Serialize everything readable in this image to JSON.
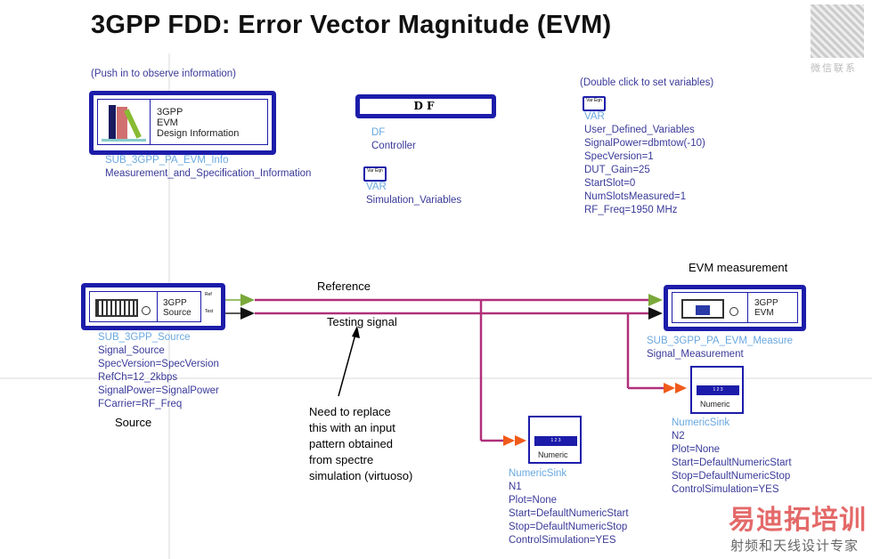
{
  "title": "3GPP FDD: Error Vector Magnitude (EVM)",
  "info": {
    "hint": "(Push in to observe information)",
    "lines": [
      "3GPP",
      "EVM",
      "Design Information"
    ],
    "name": "SUB_3GPP_PA_EVM_Info",
    "desc": "Measurement_and_Specification_Information"
  },
  "df": {
    "label": "DF",
    "name": "DF",
    "desc": "Controller"
  },
  "simvar": {
    "icon": "Var Eqn",
    "name": "VAR",
    "desc": "Simulation_Variables"
  },
  "uservar": {
    "hint": "(Double click to set variables)",
    "icon": "Var Eqn",
    "name": "VAR",
    "desc": "User_Defined_Variables",
    "params": [
      "SignalPower=dbmtow(-10)",
      "SpecVersion=1",
      "DUT_Gain=25",
      "StartSlot=0",
      "NumSlotsMeasured=1",
      "RF_Freq=1950 MHz"
    ]
  },
  "source": {
    "lines": [
      "3GPP",
      "Source"
    ],
    "ports": [
      "Ref",
      "Test"
    ],
    "name": "SUB_3GPP_Source",
    "desc": "Signal_Source",
    "params": [
      "SpecVersion=SpecVersion",
      "RefCh=12_2kbps",
      "SignalPower=SignalPower",
      "FCarrier=RF_Freq"
    ],
    "caption": "Source"
  },
  "measure": {
    "caption": "EVM measurement",
    "lines": [
      "3GPP",
      "EVM"
    ],
    "name": "SUB_3GPP_PA_EVM_Measure",
    "desc": "Signal_Measurement"
  },
  "wires": {
    "reference": "Reference",
    "testing": "Testing signal"
  },
  "annotation": [
    "Need to replace",
    "this with an input",
    "pattern obtained",
    "from spectre",
    "simulation (virtuoso)"
  ],
  "sink1": {
    "display": "1 2 3",
    "label": "Numeric",
    "type": "NumericSink",
    "name": "N1",
    "params": [
      "Plot=None",
      "Start=DefaultNumericStart",
      "Stop=DefaultNumericStop",
      "ControlSimulation=YES"
    ]
  },
  "sink2": {
    "display": "1 2 3",
    "label": "Numeric",
    "type": "NumericSink",
    "name": "N2",
    "params": [
      "Plot=None",
      "Start=DefaultNumericStart",
      "Stop=DefaultNumericStop",
      "ControlSimulation=YES"
    ]
  },
  "watermark": {
    "qr_caption": "微信联系",
    "brand": "易迪拓培训",
    "slogan": "射频和天线设计专家"
  },
  "colors": {
    "component": "#1c1caa",
    "wire": "#b0307a",
    "ref_arrow": "#7aa83a",
    "sink_arrow": "#f05a1a"
  }
}
